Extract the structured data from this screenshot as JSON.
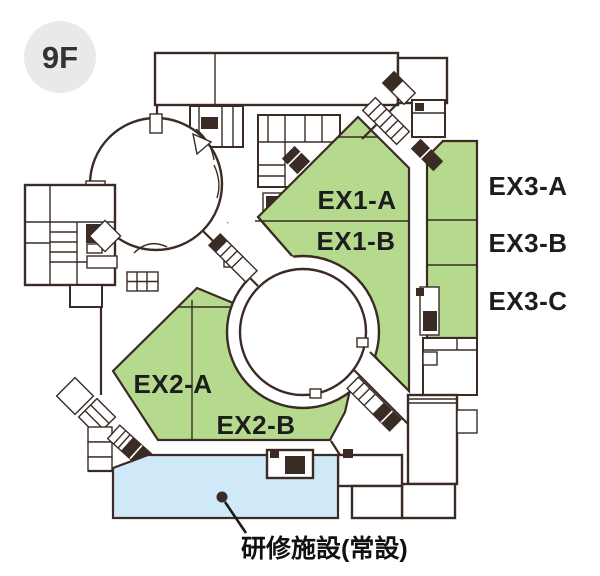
{
  "floor_badge": {
    "label": "9F"
  },
  "rooms": {
    "ex1a": {
      "label": "EX1-A"
    },
    "ex1b": {
      "label": "EX1-B"
    },
    "ex2a": {
      "label": "EX2-A"
    },
    "ex2b": {
      "label": "EX2-B"
    },
    "ex3a": {
      "label": "EX3-A"
    },
    "ex3b": {
      "label": "EX3-B"
    },
    "ex3c": {
      "label": "EX3-C"
    }
  },
  "facility": {
    "label": "研修施設(常設)"
  },
  "colors": {
    "exhibition_area": "#b5d98d",
    "training_area": "#cfe9f9",
    "wall": "#3a2b25",
    "badge_bg": "#e9e9e9",
    "label_text": "#1d1d1d"
  }
}
